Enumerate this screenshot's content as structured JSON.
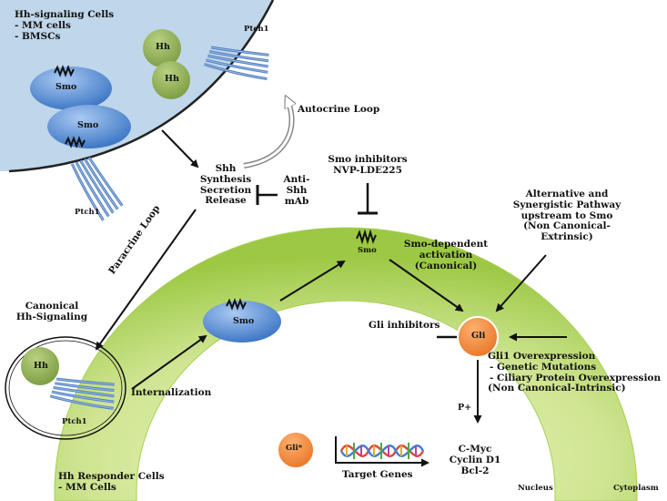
{
  "colors": {
    "upper_cell_fill": "#c0d6ea",
    "responder_fill_light": "#e3f1b8",
    "responder_fill_dark": "#9cc843",
    "smo_blue": "#4a86d3",
    "hh_green": "#97b85c",
    "gli_orange": "#f08a3c",
    "ptch_blue": "#5b89c3"
  },
  "icons": [
    "smo-receptor-icon",
    "hh-ligand-icon",
    "ptch1-receptor-icon",
    "gli-factor-icon",
    "dna-helix-icon"
  ],
  "upper_cell": {
    "title": "Hh-signaling Cells",
    "items": [
      "- MM cells",
      "- BMSCs"
    ],
    "smo_label": "Smo",
    "hh_label": "Hh",
    "ptch_label": "Ptch1"
  },
  "autocrine_label": "Autocrine Loop",
  "shh_lines": [
    "Shh",
    "Synthesis",
    "Secretion",
    "Release"
  ],
  "anti_shh_lines": [
    "Anti-",
    "Shh",
    "mAb"
  ],
  "paracrine_label": "Paracrine Loop",
  "smo_inhibitors": {
    "lines": [
      "Smo inhibitors",
      "NVP-LDE225"
    ],
    "smo_label": "Smo"
  },
  "alternative_lines": [
    "Alternative and",
    "Synergistic Pathway",
    "upstream to Smo",
    "(Non Canonical-",
    "Extrinsic)"
  ],
  "canonical": {
    "lines": [
      "Canonical",
      "Hh-Signaling"
    ],
    "hh_label": "Hh",
    "ptch_label": "Ptch1"
  },
  "internalization_label": "Internalization",
  "smo_internal_label": "Smo",
  "smo_dependent_lines": [
    "Smo-dependent",
    "activation",
    "(Canonical)"
  ],
  "gli_inhibitors_label": "Gli inhibitors",
  "gli_label": "Gli",
  "gli1_lines": [
    "Gli1 Overexpression",
    "- Genetic Mutations",
    "- Ciliary Protein Overexpression",
    "(Non Canonical-Intrinsic)"
  ],
  "p_plus_label": "P+",
  "gli_star_label": "Gli*",
  "target_genes_label": "Target Genes",
  "genes": [
    "C-Myc",
    "Cyclin D1",
    "Bcl-2"
  ],
  "nucleus_label": "Nucleus",
  "cytoplasm_label": "Cytoplasm",
  "responder": {
    "title": "Hh Responder Cells",
    "item": "- MM Cells"
  }
}
